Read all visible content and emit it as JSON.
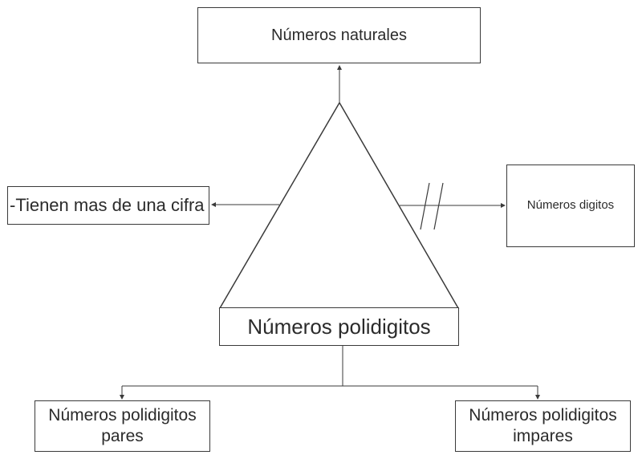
{
  "nodes": {
    "top": "Números naturales",
    "left": "-Tienen mas de una cifra",
    "right": "Números digitos",
    "center": "Números polidigitos",
    "bottom_left": [
      "Números polidigitos",
      "pares"
    ],
    "bottom_right": [
      "Números polidigitos",
      "impares"
    ]
  },
  "colors": {
    "stroke": "#3a3a3a",
    "text": "#2b2b2b",
    "background": "#ffffff"
  }
}
